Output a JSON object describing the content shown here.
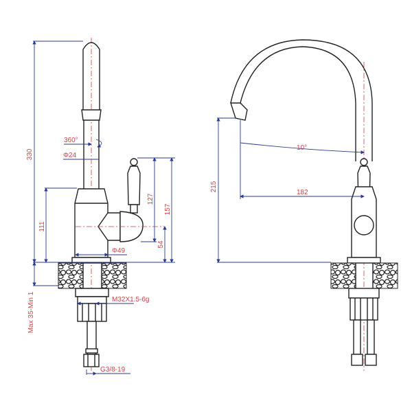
{
  "side_view": {
    "dimensions": {
      "total_height": "330",
      "rotation": "360°",
      "spout_diameter": "Φ24",
      "body_height": "111",
      "handle_height": "127",
      "handle_top_height": "157",
      "handle_axis_height": "54",
      "body_diameter": "Φ49",
      "thread": "M32X1.5-6g",
      "mounting_thickness": "Max 35-Min 1",
      "hose_connection": "G3/8-19"
    }
  },
  "front_view": {
    "dimensions": {
      "spout_height": "215",
      "spout_angle": "10°",
      "spout_reach": "182"
    }
  },
  "colors": {
    "dimension_text": "#c8474a",
    "dimension_line": "#2a3a8c",
    "outline": "#222222"
  }
}
